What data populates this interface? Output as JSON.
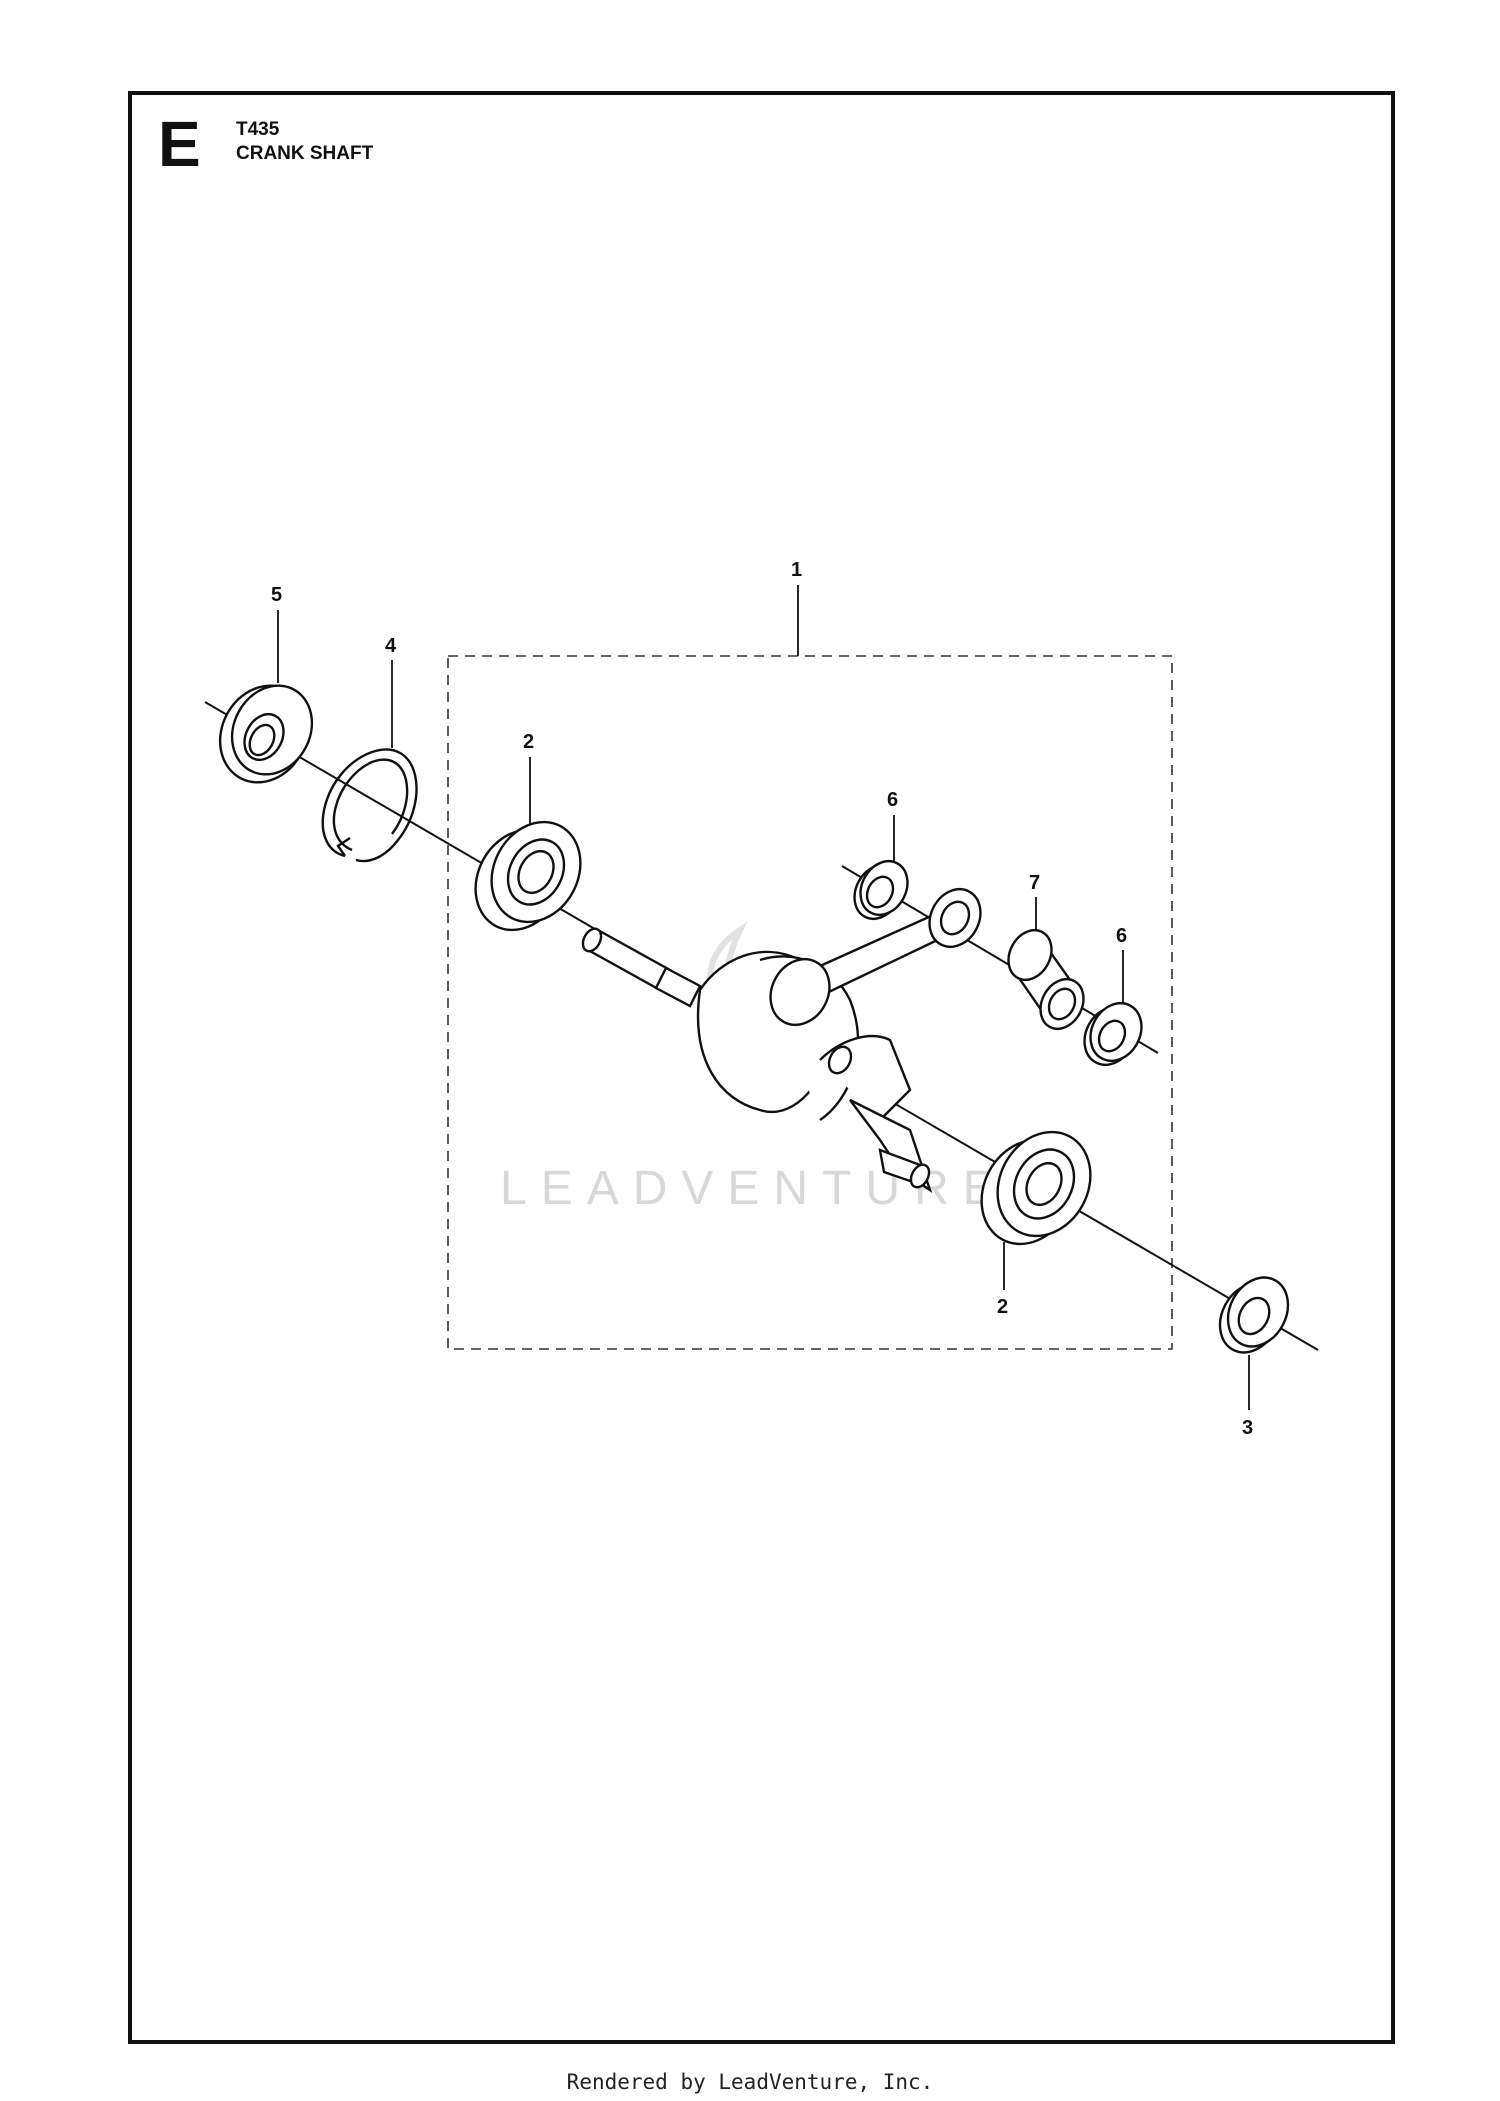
{
  "header": {
    "section_letter": "E",
    "model": "T435",
    "title": "CRANK SHAFT"
  },
  "callouts": {
    "c1": "1",
    "c2a": "2",
    "c2b": "2",
    "c3": "3",
    "c4": "4",
    "c5": "5",
    "c6a": "6",
    "c6b": "6",
    "c7": "7"
  },
  "watermark": "LEADVENTURE",
  "footer": "Rendered by LeadVenture, Inc.",
  "colors": {
    "ink": "#111111",
    "watermark": "#d8d8d8"
  }
}
